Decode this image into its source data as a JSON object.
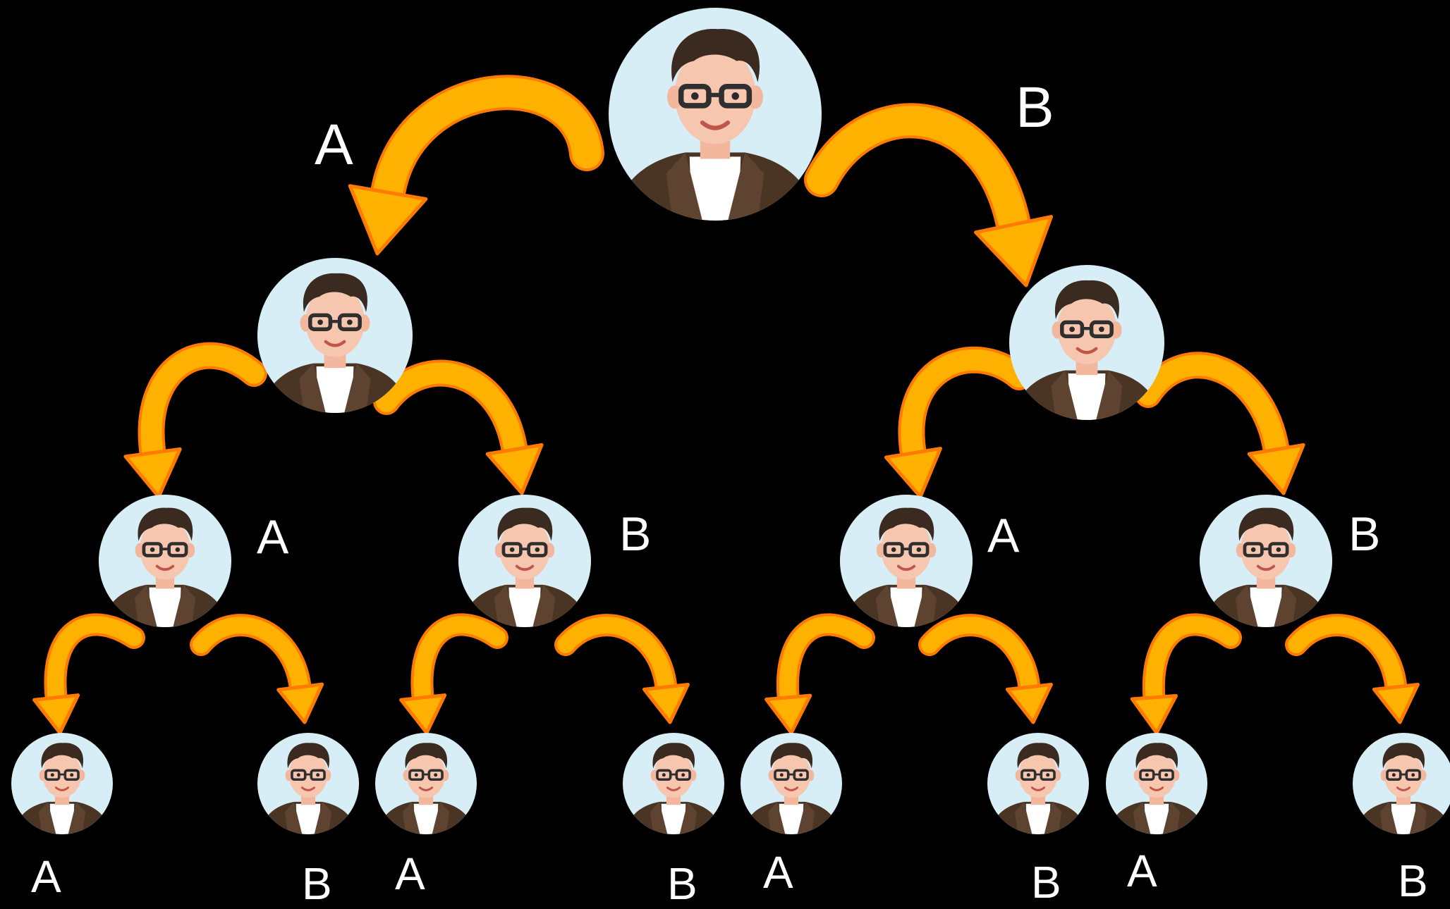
{
  "colors": {
    "background": "#000000",
    "arrow_fill": "#FFB100",
    "arrow_stroke": "#FF7A00",
    "avatar_bg": "#D8EEF7",
    "label": "#FFFFFF"
  },
  "tree": {
    "root": {
      "icon": "person-with-glasses-icon"
    },
    "level1": {
      "left_label": "A",
      "right_label": "B"
    },
    "level2": [
      {
        "label": "A"
      },
      {
        "label": "B"
      },
      {
        "label": "A"
      },
      {
        "label": "B"
      }
    ],
    "level3": [
      {
        "label": "A"
      },
      {
        "label": "B"
      },
      {
        "label": "A"
      },
      {
        "label": "B"
      },
      {
        "label": "A"
      },
      {
        "label": "B"
      },
      {
        "label": "A"
      },
      {
        "label": "B"
      }
    ]
  }
}
